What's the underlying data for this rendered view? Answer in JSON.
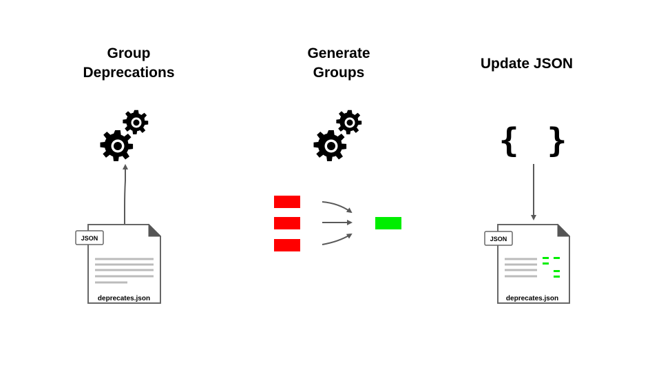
{
  "steps": [
    {
      "title": "Group\nDeprecations"
    },
    {
      "title": "Generate\nGroups"
    },
    {
      "title": "Update JSON"
    }
  ],
  "files": [
    {
      "tag": "JSON",
      "filename": "deprecates.json"
    },
    {
      "tag": "JSON",
      "filename": "deprecates.json"
    }
  ],
  "braces": "{ }",
  "colors": {
    "red_block": "#ff0000",
    "green_block": "#00ee00",
    "arrow": "#595959",
    "doc_border": "#666666",
    "doc_lines": "#bbbbbb",
    "gear": "#000000"
  },
  "icons": [
    "gear-icon",
    "json-file-icon",
    "curly-braces-icon",
    "arrow-icon"
  ]
}
